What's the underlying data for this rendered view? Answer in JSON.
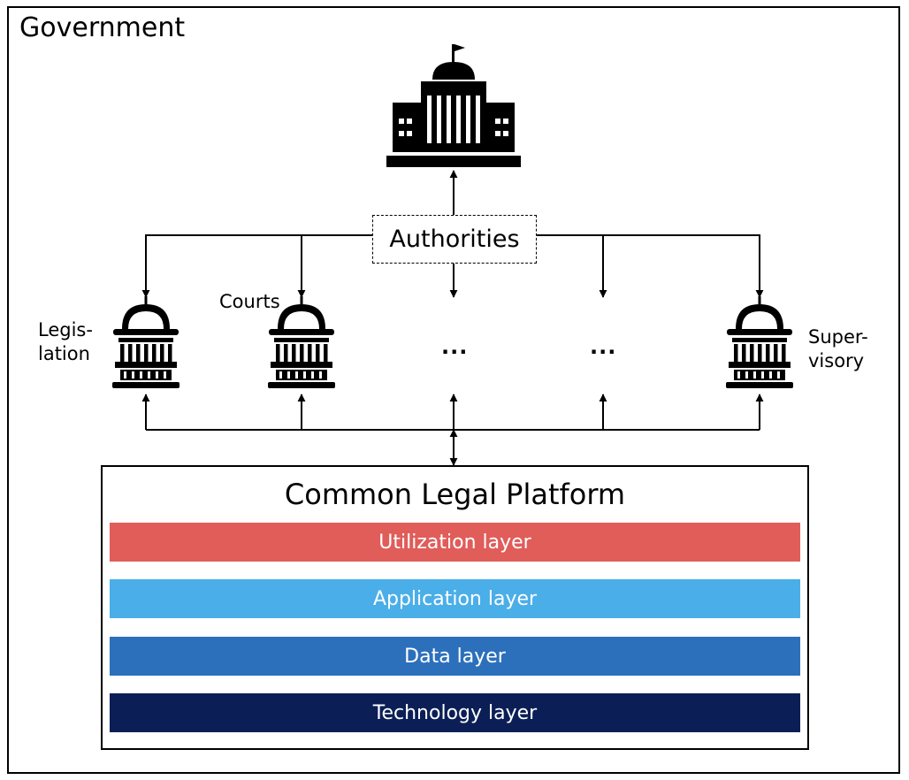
{
  "government": {
    "title": "Government"
  },
  "authorities": {
    "label": "Authorities"
  },
  "branches": {
    "legislation": [
      "Legis-",
      "lation"
    ],
    "courts": "Courts",
    "ellipsis_1": "...",
    "ellipsis_2": "...",
    "supervisory": [
      "Super-",
      "visory"
    ]
  },
  "platform": {
    "title": "Common Legal Platform",
    "layers": [
      {
        "label": "Utilization layer",
        "color": "#e05d5a"
      },
      {
        "label": "Application layer",
        "color": "#4aaee8"
      },
      {
        "label": "Data layer",
        "color": "#2c70bb"
      },
      {
        "label": "Technology layer",
        "color": "#0b1f56"
      }
    ]
  },
  "icons": {
    "main": "government-building-icon",
    "branch": "capitol-dome-icon"
  }
}
